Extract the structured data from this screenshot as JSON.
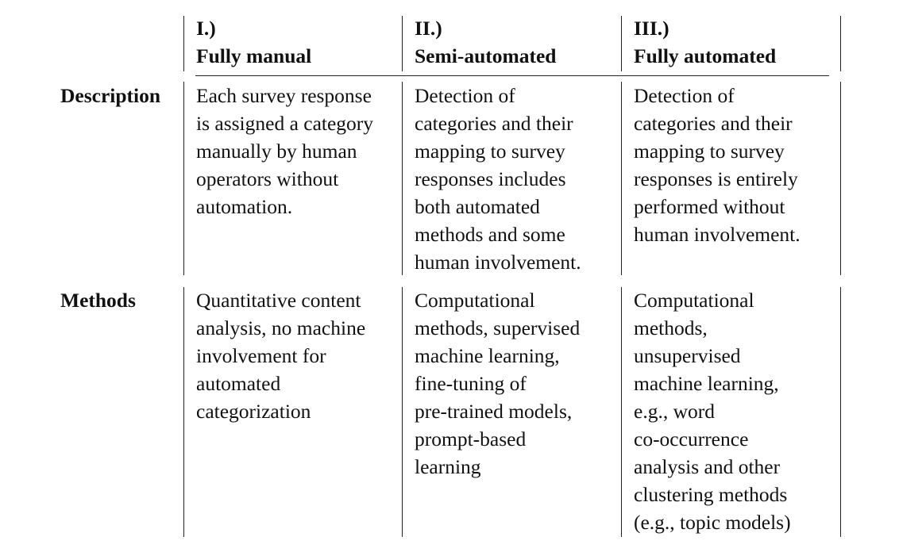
{
  "table": {
    "columns": [
      {
        "number": "I.)",
        "title": "Fully manual"
      },
      {
        "number": "II.)",
        "title": "Semi-automated"
      },
      {
        "number": "III.)",
        "title": "Fully automated"
      }
    ],
    "rows": [
      {
        "label": "Description",
        "cells": [
          [
            "Each survey response",
            "is assigned a category",
            "manually by human",
            "operators without",
            "automation."
          ],
          [
            "Detection of",
            "categories and their",
            "mapping to survey",
            "responses includes",
            "both automated",
            "methods and some",
            "human involvement."
          ],
          [
            "Detection of",
            "categories and their",
            "mapping to survey",
            "responses is entirely",
            "performed without",
            "human involvement."
          ]
        ]
      },
      {
        "label": "Methods",
        "cells": [
          [
            "Quantitative content",
            "analysis, no machine",
            "involvement for",
            "automated",
            "categorization"
          ],
          [
            "Computational",
            "methods, supervised",
            "machine learning,",
            "fine-tuning of",
            "pre-trained models,",
            "prompt-based",
            "learning"
          ],
          [
            "Computational",
            "methods,",
            "unsupervised",
            "machine learning,",
            "e.g., word",
            "co-occurrence",
            "analysis and other",
            "clustering methods",
            "(e.g., topic models)"
          ]
        ]
      }
    ]
  }
}
